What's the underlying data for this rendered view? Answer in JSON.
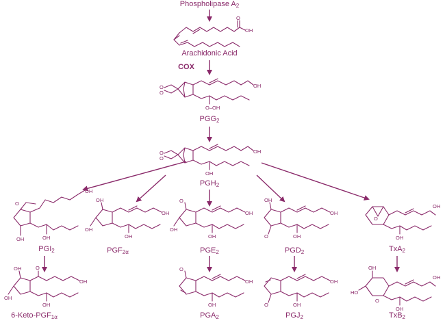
{
  "colors": {
    "ink": "#8a2a6a",
    "background": "#ffffff"
  },
  "labels": {
    "phospholipase": {
      "main": "Phospholipase A",
      "sub": "2"
    },
    "arachidonic": {
      "main": "Arachidonic Acid"
    },
    "cox": {
      "main": "COX"
    },
    "pgg2": {
      "main": "PGG",
      "sub": "2"
    },
    "pgh2": {
      "main": "PGH",
      "sub": "2"
    },
    "pgi2": {
      "main": "PGI",
      "sub": "2"
    },
    "pgf2a": {
      "main": "PGF",
      "sub": "2α"
    },
    "pge2": {
      "main": "PGE",
      "sub": "2"
    },
    "pgd2": {
      "main": "PGD",
      "sub": "2"
    },
    "txa2": {
      "main": "TxA",
      "sub": "2"
    },
    "keto": {
      "main": "6-Keto-PGF",
      "sub": "1α"
    },
    "pga2": {
      "main": "PGA",
      "sub": "2"
    },
    "pgj2": {
      "main": "PGJ",
      "sub": "2"
    },
    "txb2": {
      "main": "TxB",
      "sub": "2"
    }
  },
  "atoms": {
    "oh": "OH",
    "o": "O",
    "ho": "HO",
    "ooh": "O–OH"
  }
}
